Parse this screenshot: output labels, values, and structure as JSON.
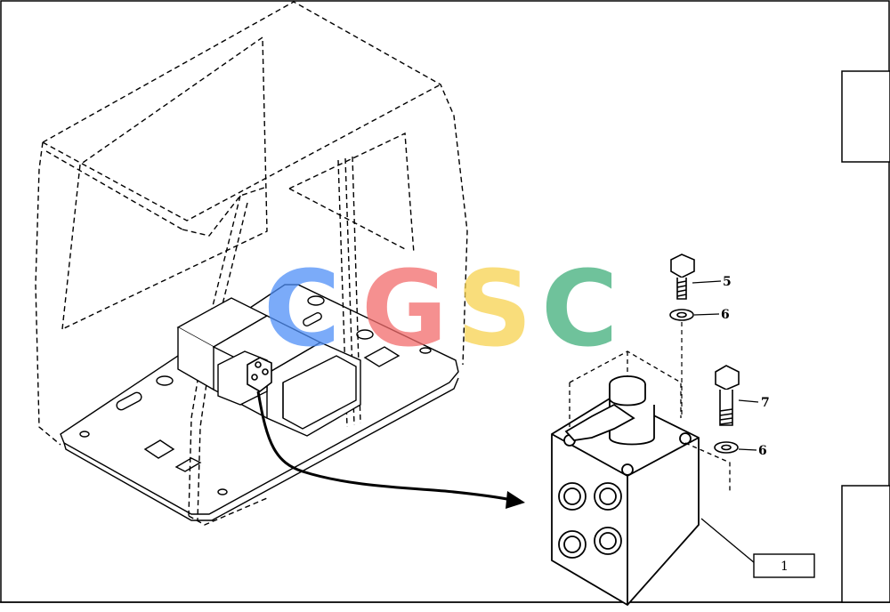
{
  "callouts": {
    "bolt_short": "5",
    "washer_top": "6",
    "bolt_long": "7",
    "washer_bottom": "6",
    "valve_ref": "1"
  },
  "watermark": {
    "letters": [
      "C",
      "G",
      "S",
      "C"
    ],
    "colors": [
      "#4f8ff7",
      "#f26b6b",
      "#f7d24f",
      "#3fae7a"
    ]
  }
}
